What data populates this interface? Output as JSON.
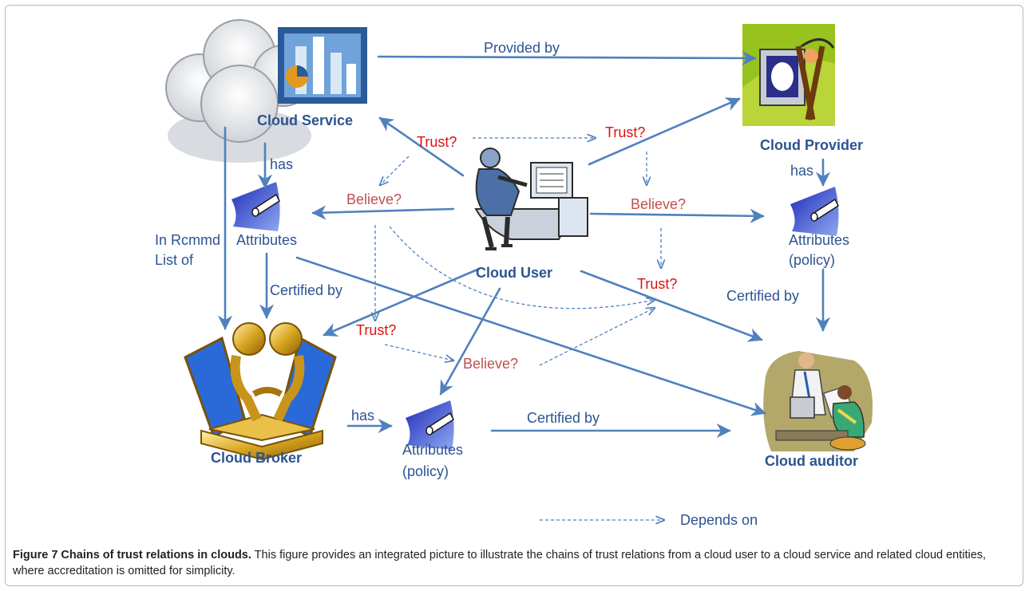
{
  "nodes": {
    "cloud_service": "Cloud Service",
    "cloud_provider": "Cloud Provider",
    "cloud_user": "Cloud User",
    "cloud_broker": "Cloud Broker",
    "cloud_auditor": "Cloud auditor"
  },
  "attributes": {
    "service": [
      "Attributes"
    ],
    "provider": [
      "Attributes",
      "(policy)"
    ],
    "broker": [
      "Attributes",
      "(policy)"
    ]
  },
  "edge_labels": {
    "provided_by": "Provided by",
    "has_service": "has",
    "has_provider": "has",
    "has_broker": "has",
    "in_rcmmd_line1": "In Rcmmd",
    "in_rcmmd_line2": "List of",
    "certified_by_service": "Certified by",
    "certified_by_provider": "Certified by",
    "certified_by_broker": "Certified by"
  },
  "trust_labels": {
    "trust_service": "Trust?",
    "trust_provider": "Trust?",
    "trust_auditor": "Trust?",
    "trust_broker": "Trust?"
  },
  "believe_labels": {
    "believe_service": "Believe?",
    "believe_provider": "Believe?",
    "believe_broker": "Believe?"
  },
  "legend": {
    "depends_on": "Depends on"
  },
  "caption": {
    "bold": "Figure 7 Chains of trust relations in clouds.",
    "text": " This figure provides an integrated picture to illustrate the chains of trust relations from a cloud user to a cloud service and related cloud entities, where accreditation is omitted for simplicity."
  },
  "colors": {
    "arrow": "#4f81bd",
    "label": "#2c5491",
    "trust": "#e01010",
    "believe": "#c0504d"
  }
}
